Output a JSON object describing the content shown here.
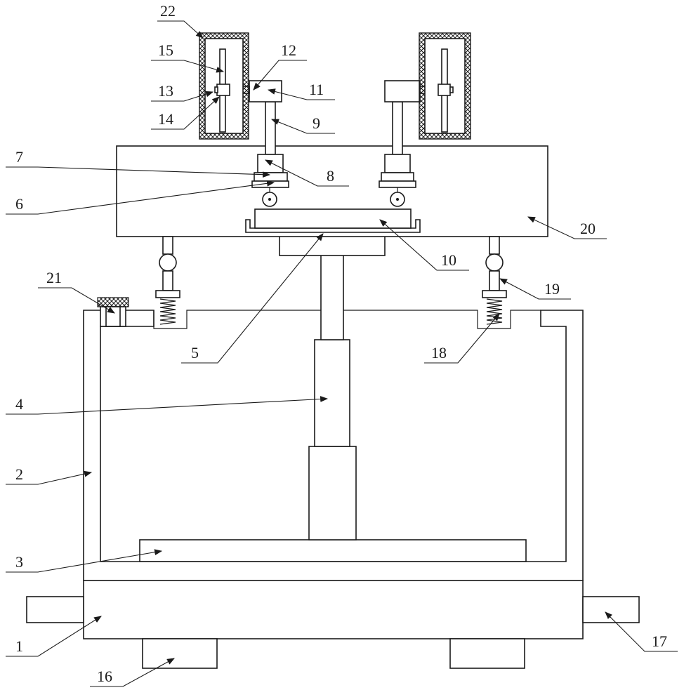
{
  "figure": {
    "labels": [
      {
        "id": "1",
        "text": "1"
      },
      {
        "id": "2",
        "text": "2"
      },
      {
        "id": "3",
        "text": "3"
      },
      {
        "id": "4",
        "text": "4"
      },
      {
        "id": "5",
        "text": "5"
      },
      {
        "id": "6",
        "text": "6"
      },
      {
        "id": "7",
        "text": "7"
      },
      {
        "id": "8",
        "text": "8"
      },
      {
        "id": "9",
        "text": "9"
      },
      {
        "id": "10",
        "text": "10"
      },
      {
        "id": "11",
        "text": "11"
      },
      {
        "id": "12",
        "text": "12"
      },
      {
        "id": "13",
        "text": "13"
      },
      {
        "id": "14",
        "text": "14"
      },
      {
        "id": "15",
        "text": "15"
      },
      {
        "id": "16",
        "text": "16"
      },
      {
        "id": "17",
        "text": "17"
      },
      {
        "id": "18",
        "text": "18"
      },
      {
        "id": "19",
        "text": "19"
      },
      {
        "id": "20",
        "text": "20"
      },
      {
        "id": "21",
        "text": "21"
      },
      {
        "id": "22",
        "text": "22"
      }
    ]
  }
}
